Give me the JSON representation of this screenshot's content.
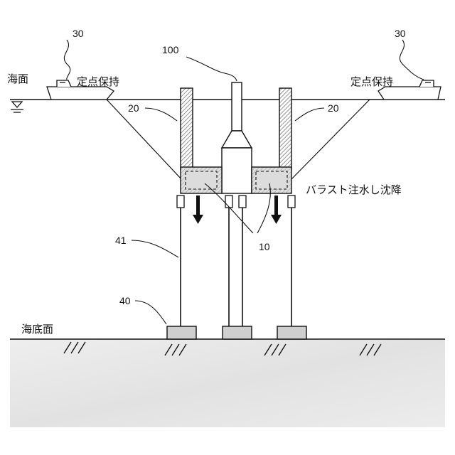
{
  "labels": {
    "sea_surface": "海面",
    "seabed": "海底面",
    "station_keeping_left": "定点保持",
    "station_keeping_right": "定点保持",
    "ballast": "バラスト注水し沈降"
  },
  "reference_numbers": {
    "ship_left": "30",
    "ship_right": "30",
    "center_column": "100",
    "column_left": "20",
    "column_right": "20",
    "pontoon": "10",
    "leg": "41",
    "foundation": "40"
  },
  "colors": {
    "line": "#111111",
    "hatch": "#555555",
    "seabed_fill": "#e6e6e6",
    "pontoon_inner": "#dcdcdc"
  },
  "icons": [
    "water-level-marker-icon",
    "down-arrow-icon",
    "ship-icon"
  ]
}
